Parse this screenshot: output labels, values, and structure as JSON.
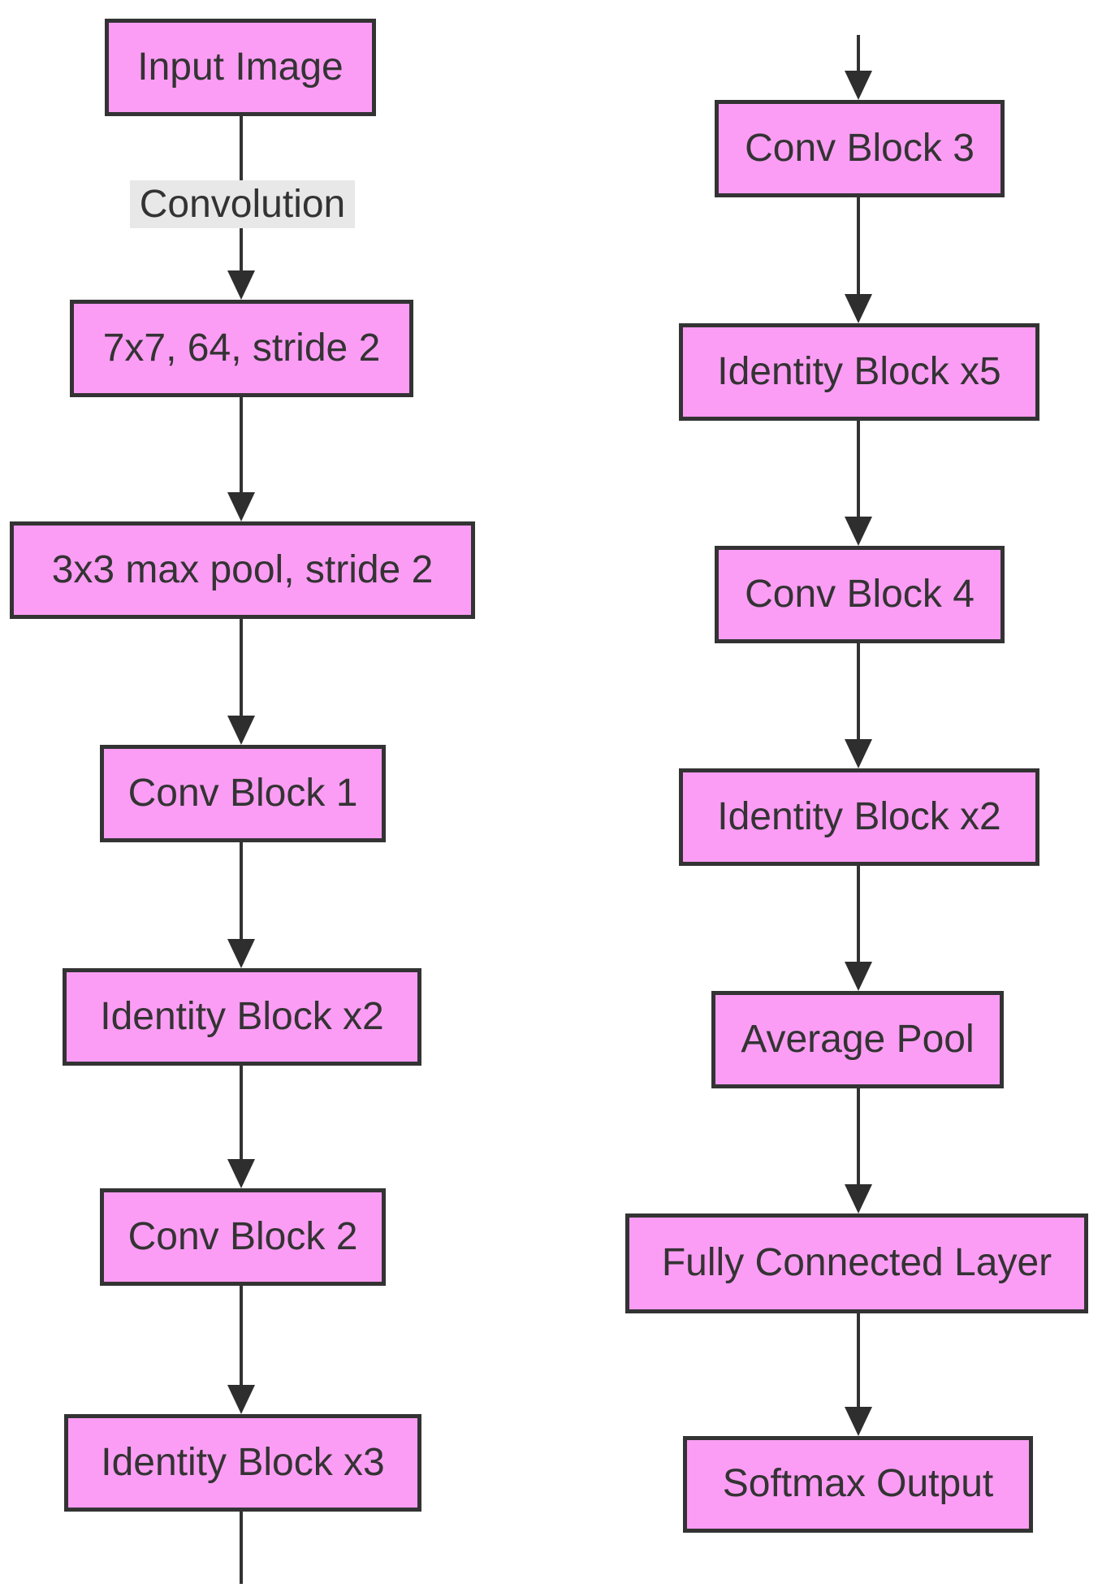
{
  "diagram": {
    "type": "flowchart",
    "direction": "top-down",
    "background_color": "#ffffff",
    "node_fill_color": "#fb9df4",
    "node_border_color": "#333333",
    "node_text_color": "#333333",
    "edge_color": "#333333",
    "edge_label_background": "#e8e8e8",
    "left_column": {
      "edge_label": "Convolution",
      "nodes": [
        {
          "id": "input-image",
          "label": "Input Image"
        },
        {
          "id": "conv-7x7",
          "label": "7x7, 64, stride 2"
        },
        {
          "id": "max-pool",
          "label": "3x3 max pool, stride 2"
        },
        {
          "id": "conv-block-1",
          "label": "Conv Block 1"
        },
        {
          "id": "identity-block-x2-left",
          "label": "Identity Block x2"
        },
        {
          "id": "conv-block-2",
          "label": "Conv Block 2"
        },
        {
          "id": "identity-block-x3",
          "label": "Identity Block x3"
        }
      ]
    },
    "right_column": {
      "nodes": [
        {
          "id": "conv-block-3",
          "label": "Conv Block 3"
        },
        {
          "id": "identity-block-x5",
          "label": "Identity Block x5"
        },
        {
          "id": "conv-block-4",
          "label": "Conv Block 4"
        },
        {
          "id": "identity-block-x2-right",
          "label": "Identity Block x2"
        },
        {
          "id": "average-pool",
          "label": "Average Pool"
        },
        {
          "id": "fully-connected-layer",
          "label": "Fully Connected Layer"
        },
        {
          "id": "softmax-output",
          "label": "Softmax Output"
        }
      ]
    }
  }
}
